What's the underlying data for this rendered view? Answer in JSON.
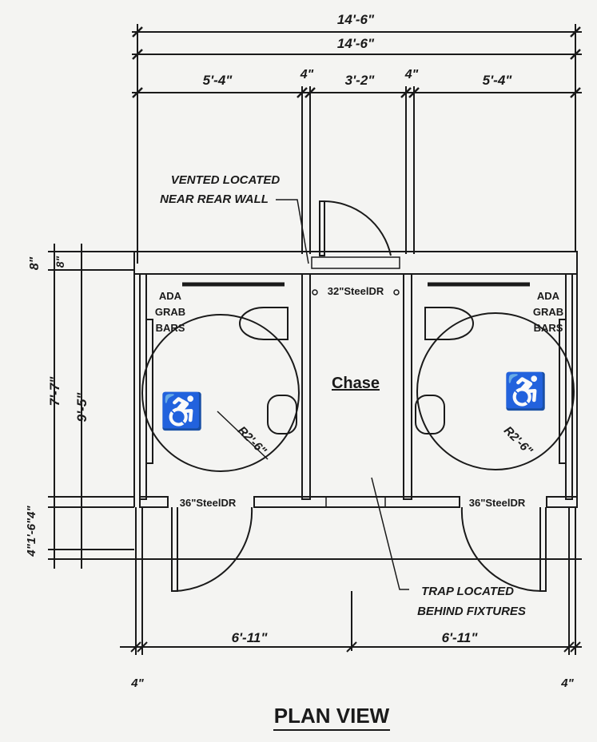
{
  "title": "PLAN VIEW",
  "dimensions": {
    "overall_1": "14'-6\"",
    "overall_2": "14'-6\"",
    "left_stall": "5'-4\"",
    "partition_left": "4\"",
    "chase": "3'-2\"",
    "partition_right": "4\"",
    "right_stall": "5'-4\"",
    "top_wall_outer": "8\"",
    "top_wall_inner": "8\"",
    "stall_depth": "7'-7\"",
    "total_depth": "9'-5\"",
    "front_stack": "4\"1'-6\"4\"",
    "bottom_left": "6'-11\"",
    "bottom_right": "6'-11\"",
    "bottom_left_wall": "4\"",
    "bottom_right_wall": "4\""
  },
  "notes": {
    "vented_line1": "VENTED LOCATED",
    "vented_line2": "NEAR REAR WALL",
    "trap_line1": "TRAP LOCATED",
    "trap_line2": "BEHIND FIXTURES"
  },
  "rooms": {
    "chase": "Chase",
    "chase_door": "32\"SteelDR",
    "left_door": "36\"SteelDR",
    "right_door": "36\"SteelDR",
    "left_grab": [
      "ADA",
      "GRAB",
      "BARS"
    ],
    "right_grab": [
      "ADA",
      "GRAB",
      "BARS"
    ],
    "left_radius": "R2'-6\"",
    "right_radius": "R2'-6\""
  }
}
